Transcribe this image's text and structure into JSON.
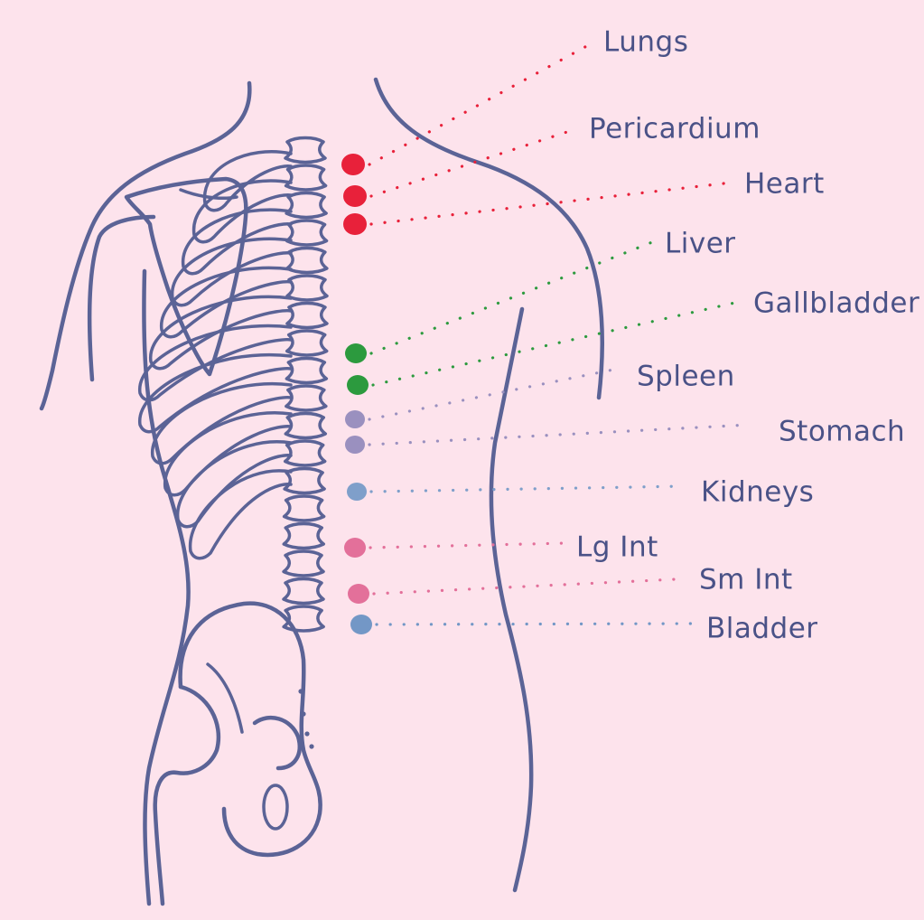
{
  "colors": {
    "background": "#fde3ec",
    "outline": "#5b6396",
    "label": "#4a5287"
  },
  "points": [
    {
      "id": "lungs",
      "label": "Lungs",
      "color": "#e8213a"
    },
    {
      "id": "pericardium",
      "label": "Pericardium",
      "color": "#e8213a"
    },
    {
      "id": "heart",
      "label": "Heart",
      "color": "#e8213a"
    },
    {
      "id": "liver",
      "label": "Liver",
      "color": "#2c9a3e"
    },
    {
      "id": "gallbladder",
      "label": "Gallbladder",
      "color": "#2c9a3e"
    },
    {
      "id": "spleen",
      "label": "Spleen",
      "color": "#9a90bf"
    },
    {
      "id": "stomach",
      "label": "Stomach",
      "color": "#9a90bf"
    },
    {
      "id": "kidneys",
      "label": "Kidneys",
      "color": "#7f9fca"
    },
    {
      "id": "lg-int",
      "label": "Lg Int",
      "color": "#e3709a"
    },
    {
      "id": "sm-int",
      "label": "Sm Int",
      "color": "#e3709a"
    },
    {
      "id": "bladder",
      "label": "Bladder",
      "color": "#7397c6"
    }
  ]
}
